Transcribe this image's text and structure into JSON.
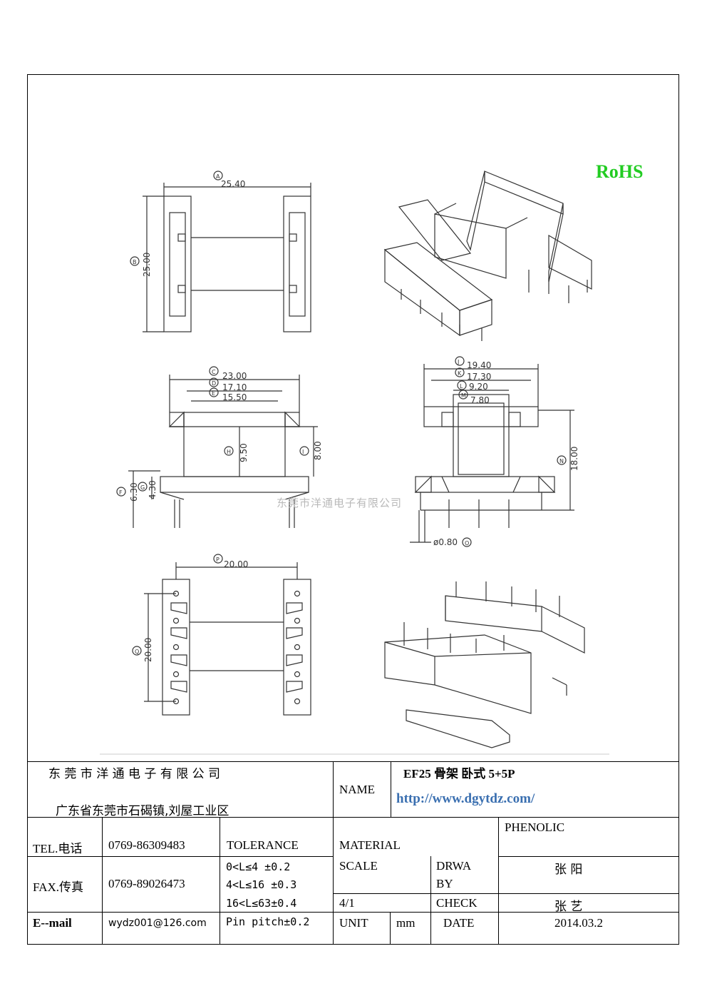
{
  "badge": "RoHS",
  "watermark": "东莞市洋通电子有限公司",
  "dimensions": {
    "A": "25.40",
    "B": "25.00",
    "C": "23.00",
    "D": "17.10",
    "E": "15.50",
    "H": "9.50",
    "I": "8.00",
    "F": "6.30",
    "G": "4.30",
    "J": "19.40",
    "K": "17.30",
    "L": "9.20",
    "M": "7.80",
    "N": "18.00",
    "O": "ø0.80",
    "P": "20.00",
    "Q": "20.00"
  },
  "title_block": {
    "company": "东 莞 市 洋 通 电 子 有 限 公 司",
    "address": "广东省东莞市石碣镇,刘屋工业区",
    "name_label": "NAME",
    "name_value": "EF25 骨架 卧式 5+5P",
    "url": "http://www.dgytdz.com/",
    "tel_label": "TEL.电话",
    "tel_value": "0769-86309483",
    "fax_label": "FAX.传真",
    "fax_value": "0769-89026473",
    "email_label": "E--mail",
    "email_value": "wydz001@126.com",
    "tolerance_label": "TOLERANCE",
    "tolerance_lines": [
      "0<L≤4  ±0.2",
      "4<L≤16 ±0.3",
      "16<L≤63±0.4",
      "Pin pitch±0.2"
    ],
    "material_label": "MATERIAL",
    "material_value": "PHENOLIC",
    "scale_label": "SCALE",
    "scale_value": "4/1",
    "drawn_label_1": "DRWA",
    "drawn_label_2": "BY",
    "drawn_value": "张 阳",
    "check_label": "CHECK",
    "check_value": "张 艺",
    "unit_label": "UNIT",
    "unit_value": "mm",
    "date_label": "DATE",
    "date_value": "2014.03.2"
  }
}
